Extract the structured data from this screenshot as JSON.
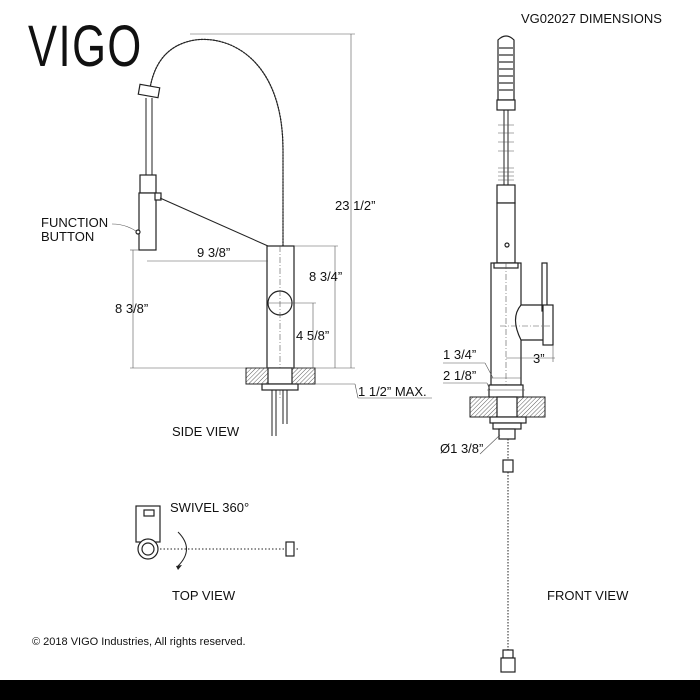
{
  "logo": "VIGO",
  "title": "VG02027 DIMENSIONS",
  "side_view": {
    "label": "SIDE VIEW",
    "function_button": [
      "FUNCTION",
      "BUTTON"
    ],
    "dims": {
      "total_height": "23 1/2”",
      "reach": "9 3/8”",
      "spout_height": "8 3/4”",
      "sprayer_height": "8 3/8”",
      "handle_height": "4 5/8”",
      "deck_thickness": "1 1/2” MAX."
    }
  },
  "front_view": {
    "label": "FRONT VIEW",
    "dims": {
      "body_width": "1 3/4”",
      "handle_reach": "3”",
      "base_width": "2 1/8”",
      "hole_diameter": "Ø1 3/8”"
    }
  },
  "top_view": {
    "label": "TOP VIEW",
    "swivel": "SWIVEL 360°"
  },
  "copyright": "© 2018 VIGO Industries, All rights reserved."
}
